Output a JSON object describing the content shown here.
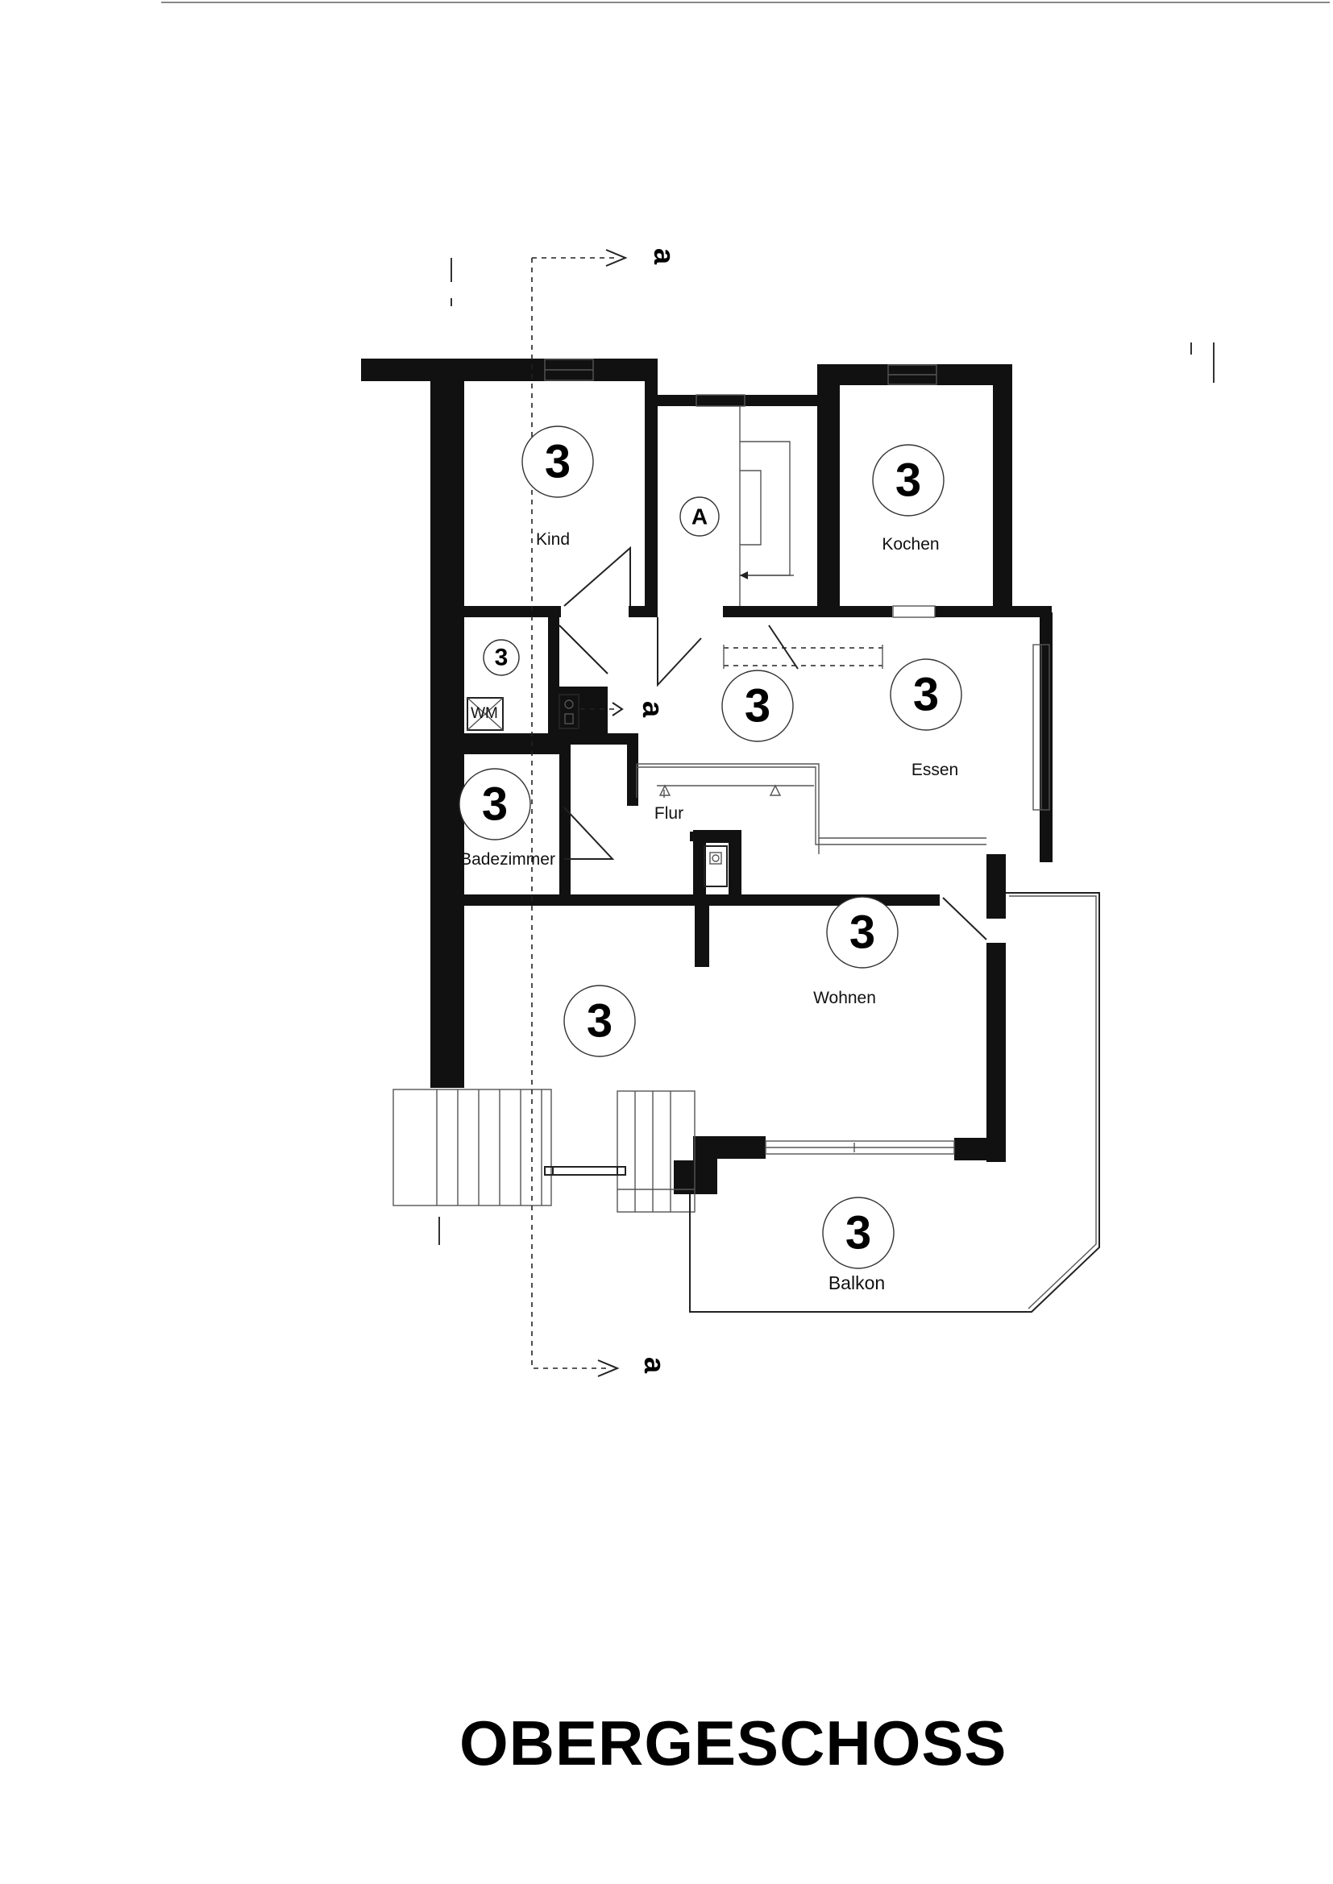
{
  "floor_title": "OBERGESCHOSS",
  "section_marker": "a",
  "rooms": [
    {
      "id": "kind",
      "label": "Kind",
      "number": "3"
    },
    {
      "id": "stair",
      "label": "",
      "number": "A"
    },
    {
      "id": "kochen",
      "label": "Kochen",
      "number": "3"
    },
    {
      "id": "utility",
      "label": "",
      "number": "3"
    },
    {
      "id": "wm",
      "label": "WM",
      "number": ""
    },
    {
      "id": "hall",
      "label": "",
      "number": "3"
    },
    {
      "id": "essen",
      "label": "Essen",
      "number": "3"
    },
    {
      "id": "flur",
      "label": "Flur",
      "number": ""
    },
    {
      "id": "badezimmer",
      "label": "Badezimmer",
      "number": "3"
    },
    {
      "id": "wohnen",
      "label": "Wohnen",
      "number": "3"
    },
    {
      "id": "living-west",
      "label": "",
      "number": "3"
    },
    {
      "id": "balkon",
      "label": "Balkon",
      "number": "3"
    }
  ],
  "colors": {
    "wall": "#111111",
    "line": "#222222"
  }
}
